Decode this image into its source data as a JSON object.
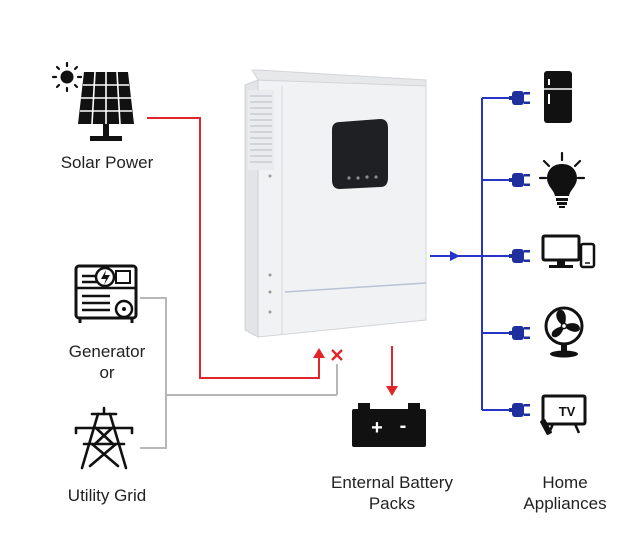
{
  "sources": {
    "solar": {
      "label": "Solar Power"
    },
    "generator": {
      "label_line1": "Generator",
      "label_line2": "or"
    },
    "grid": {
      "label": "Utility Grid"
    }
  },
  "battery": {
    "label_line1": "Enternal Battery",
    "label_line2": "Packs",
    "plus_symbol": "+",
    "minus_symbol": "-"
  },
  "loads": {
    "label_line1": "Home",
    "label_line2": "Appliances",
    "items": [
      "fridge",
      "light-bulb",
      "computer-and-phone",
      "fan",
      "tv"
    ],
    "tv_text": "TV"
  },
  "colors": {
    "solar_line": "#e0262b",
    "grid_line": "#b7b7b7",
    "load_line": "#2535c8",
    "battery_arrow": "#e0262b"
  },
  "icons": [
    "sun-icon",
    "solar-panel-icon",
    "generator-icon",
    "power-tower-icon",
    "battery-icon",
    "plug-icon",
    "fridge-icon",
    "bulb-icon",
    "computer-icon",
    "fan-icon",
    "tv-icon"
  ]
}
